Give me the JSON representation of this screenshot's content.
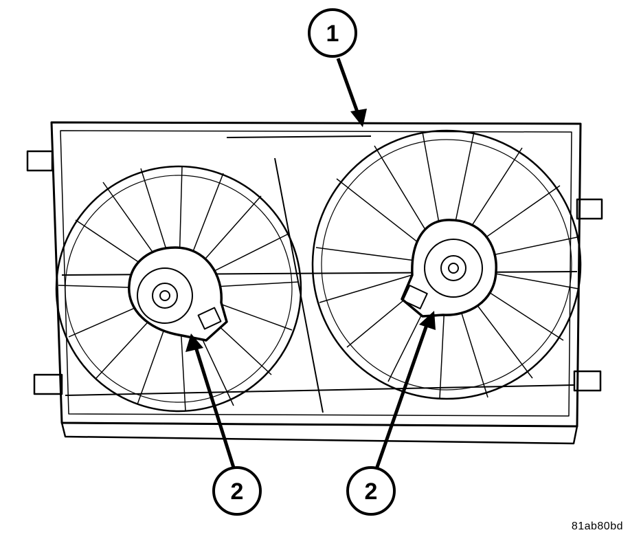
{
  "callouts": [
    {
      "id": "shroud",
      "label": "1"
    },
    {
      "id": "motor-left",
      "label": "2"
    },
    {
      "id": "motor-right",
      "label": "2"
    }
  ],
  "figure_id": "81ab80bd"
}
